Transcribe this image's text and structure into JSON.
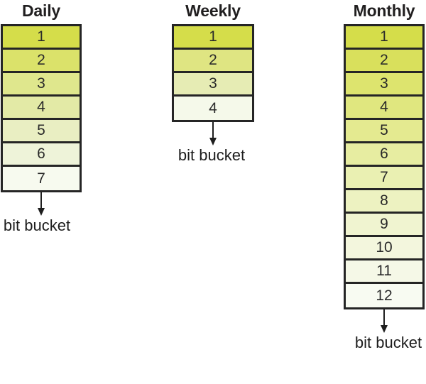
{
  "diagram": {
    "title_style": "bold",
    "columns": [
      {
        "name": "daily",
        "title": "Daily",
        "cells": [
          "1",
          "2",
          "3",
          "4",
          "5",
          "6",
          "7"
        ],
        "cell_colors": [
          "#d5dd4a",
          "#dbe26a",
          "#dfe78d",
          "#e3eaa6",
          "#e9eec2",
          "#eef3d9",
          "#f7faef"
        ],
        "sink_label": "bit bucket"
      },
      {
        "name": "weekly",
        "title": "Weekly",
        "cells": [
          "1",
          "2",
          "3",
          "4"
        ],
        "cell_colors": [
          "#d5dd4a",
          "#dfe582",
          "#e6ecb4",
          "#f5f9ea"
        ],
        "sink_label": "bit bucket"
      },
      {
        "name": "monthly",
        "title": "Monthly",
        "cells": [
          "1",
          "2",
          "3",
          "4",
          "5",
          "6",
          "7",
          "8",
          "9",
          "10",
          "11",
          "12"
        ],
        "cell_colors": [
          "#d5dd4a",
          "#d9e05c",
          "#dde46e",
          "#e0e77f",
          "#e4ea90",
          "#e7eda1",
          "#eaf0b2",
          "#edf2c1",
          "#f0f4d0",
          "#f3f6dd",
          "#f5f8e7",
          "#f8fbf2"
        ],
        "sink_label": "bit bucket"
      }
    ],
    "colors": {
      "border": "#252525",
      "arrow": "#1e1e1e",
      "text": "#2a2a2a",
      "title_text": "#211f20",
      "background": "#ffffff",
      "gradient_start": "#d5dd4a",
      "gradient_end": "#f8fbf2"
    }
  }
}
